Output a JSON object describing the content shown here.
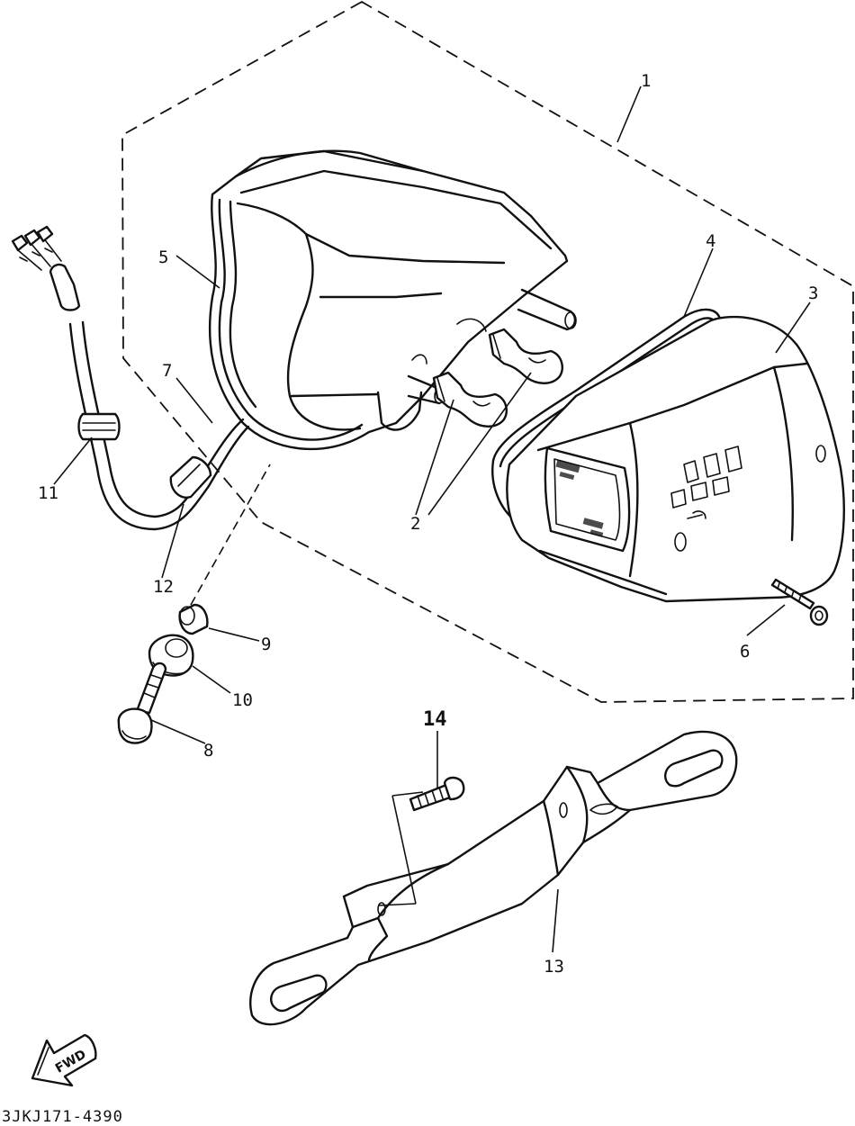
{
  "diagram": {
    "callouts": {
      "c1": "1",
      "c2": "2",
      "c3": "3",
      "c4": "4",
      "c5": "5",
      "c6": "6",
      "c7": "7",
      "c8": "8",
      "c9": "9",
      "c10": "10",
      "c11": "11",
      "c12": "12",
      "c13": "13",
      "c14": "14"
    },
    "direction_label": "FWD",
    "drawing_code": "3JKJ171-4390"
  }
}
